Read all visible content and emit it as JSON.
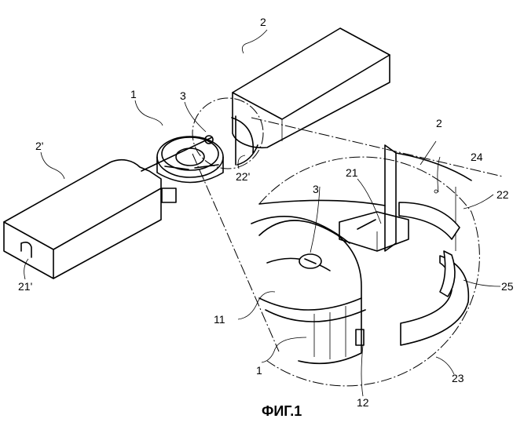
{
  "figure": {
    "caption": "ФИГ.1",
    "labels": {
      "ring_small": "1",
      "ring_detail": "1",
      "block_top": "2",
      "block_detail": "2",
      "block_left": "2'",
      "pin_small": "3",
      "pin_detail": "3",
      "inner_wall": "11",
      "ring_slot": "12",
      "tab": "21",
      "notch_left": "21'",
      "arc_upper": "22",
      "arc_small": "22'",
      "arc_lower": "23",
      "hole": "24",
      "rib": "25"
    }
  }
}
